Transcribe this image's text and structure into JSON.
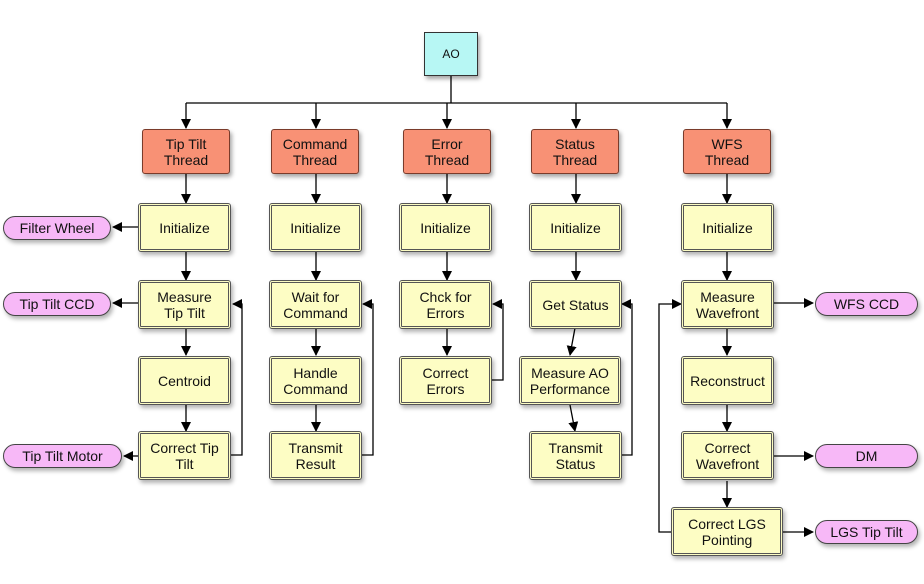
{
  "root": {
    "label": "AO"
  },
  "threads": [
    {
      "label": "Tip Tilt\nThread"
    },
    {
      "label": "Command\nThread"
    },
    {
      "label": "Error\nThread"
    },
    {
      "label": "Status\nThread"
    },
    {
      "label": "WFS\nThread"
    }
  ],
  "tiptilt": {
    "initialize": "Initialize",
    "measure": "Measure\nTip Tilt",
    "centroid": "Centroid",
    "correct": "Correct Tip\nTilt"
  },
  "command": {
    "initialize": "Initialize",
    "wait": "Wait for\nCommand",
    "handle": "Handle\nCommand",
    "transmit": "Transmit\nResult"
  },
  "error": {
    "initialize": "Initialize",
    "check": "Chck for\nErrors",
    "correct": "Correct\nErrors"
  },
  "status": {
    "initialize": "Initialize",
    "get": "Get Status",
    "measure": "Measure AO\nPerformance",
    "transmit": "Transmit\nStatus"
  },
  "wfs": {
    "initialize": "Initialize",
    "measure": "Measure\nWavefront",
    "reconstruct": "Reconstruct",
    "correct": "Correct\nWavefront",
    "lgs": "Correct LGS\nPointing"
  },
  "devices": {
    "filter_wheel": "Filter Wheel",
    "tiptilt_ccd": "Tip Tilt CCD",
    "tiptilt_motor": "Tip Tilt Motor",
    "wfs_ccd": "WFS CCD",
    "dm": "DM",
    "lgs_tiptilt": "LGS Tip Tilt"
  },
  "colors": {
    "root": "#b7f7f4",
    "thread": "#f89175",
    "step": "#fdfdc4",
    "device": "#f7b8f7"
  }
}
